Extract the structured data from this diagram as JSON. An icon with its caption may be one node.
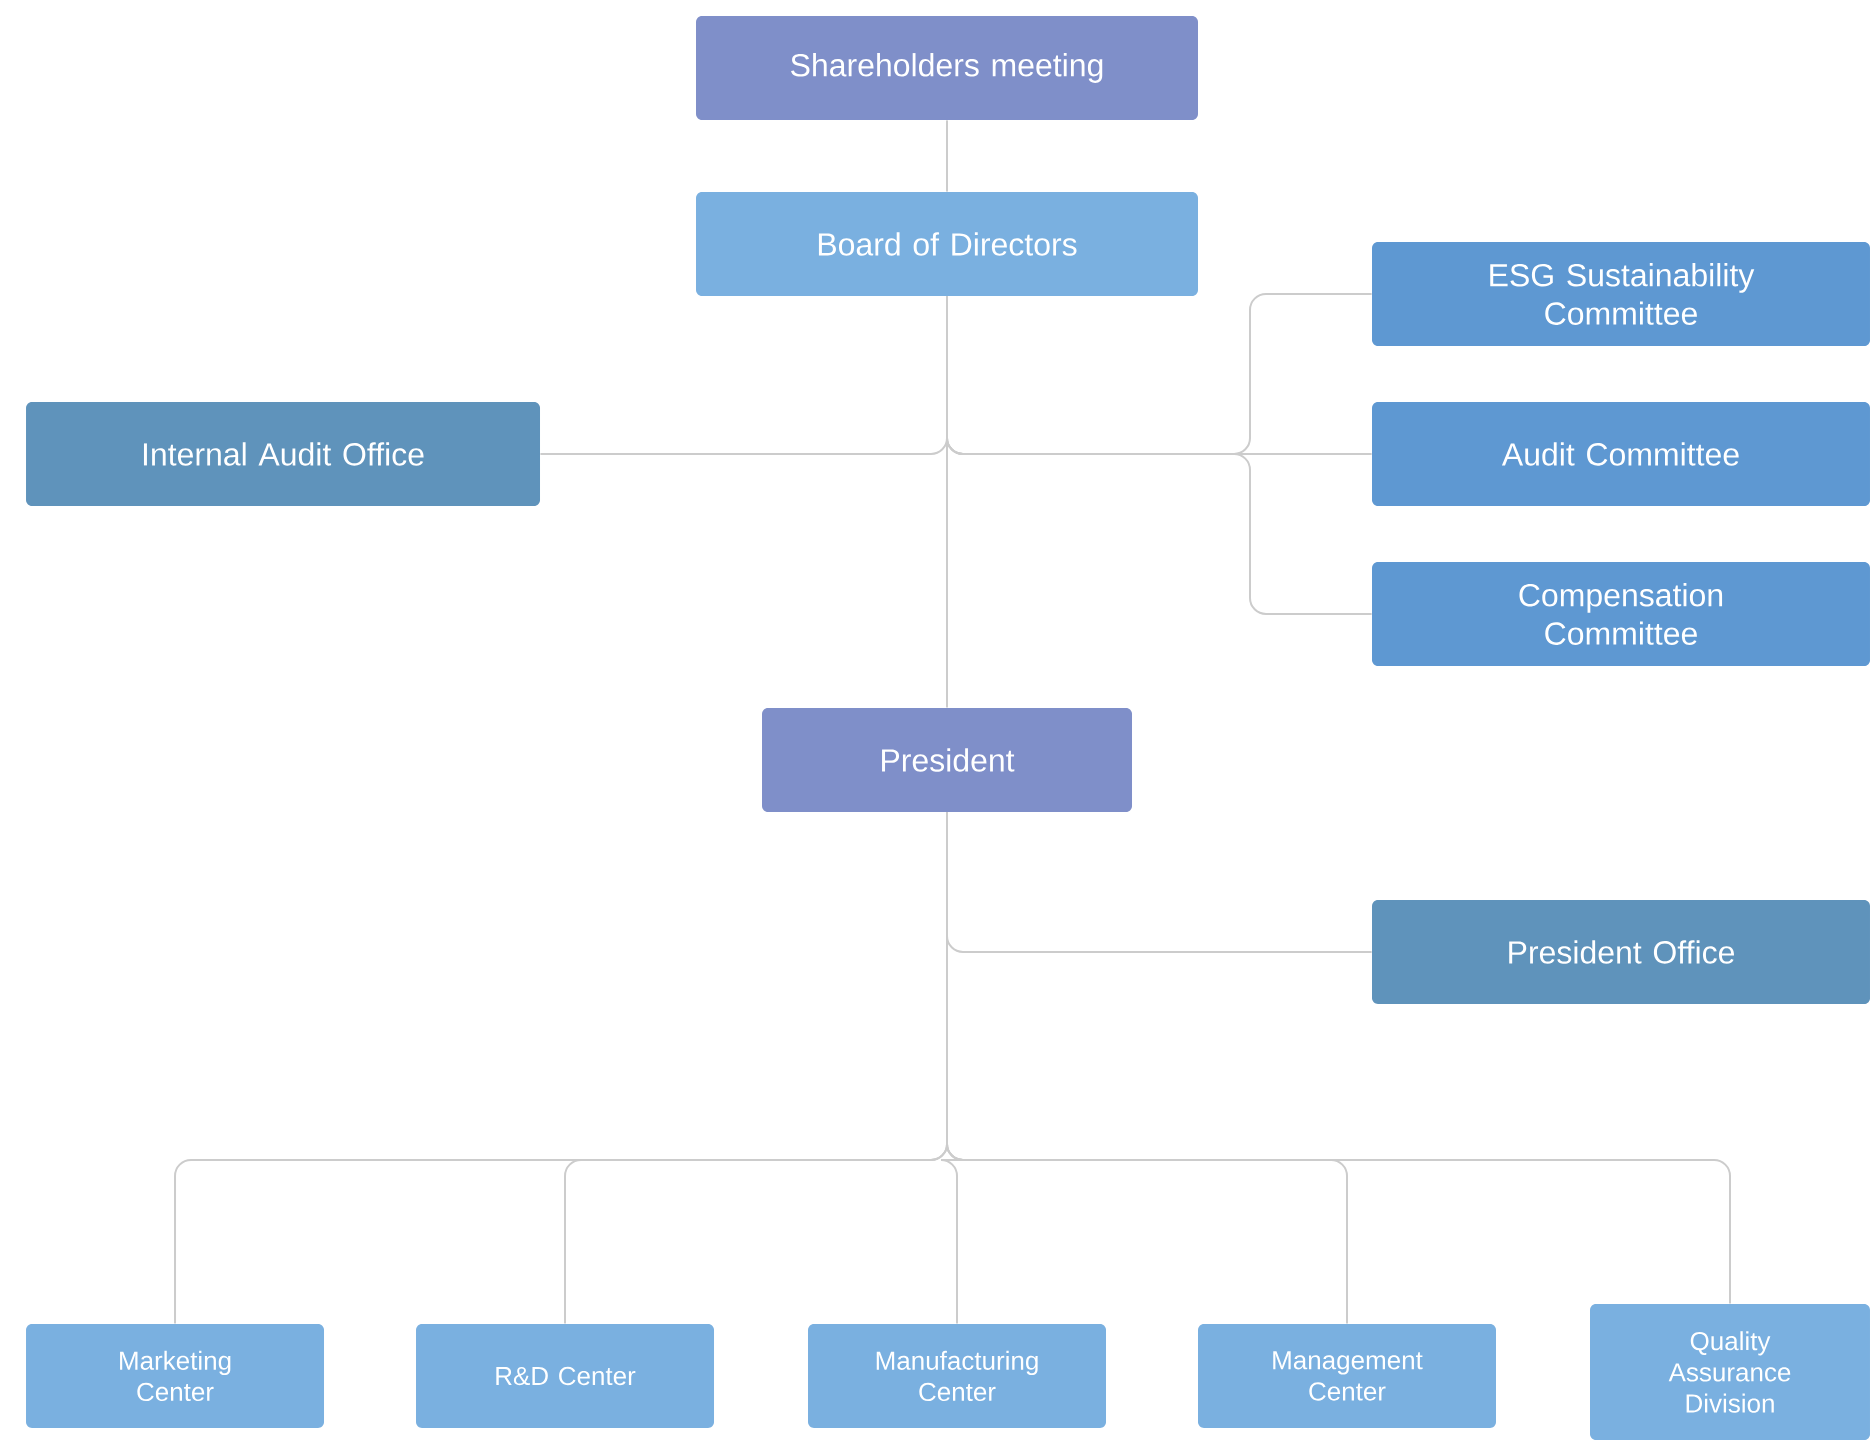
{
  "diagram": {
    "nodes": [
      {
        "text": [
          "Shareholders meeting"
        ]
      },
      {
        "text": [
          "Board of Directors"
        ]
      },
      {
        "text": [
          "Internal Audit Office"
        ]
      },
      {
        "text": [
          "ESG Sustainability Committee"
        ]
      },
      {
        "text": [
          "Audit Committee"
        ]
      },
      {
        "text": [
          "Compensation Committee"
        ]
      },
      {
        "text": [
          "President"
        ]
      },
      {
        "text": [
          "President Office"
        ]
      },
      {
        "text": [
          "Marketing Center"
        ]
      },
      {
        "text": [
          "R&D Center"
        ]
      },
      {
        "text": [
          "Manufacturing Center"
        ]
      },
      {
        "text": [
          "Management Center"
        ]
      },
      {
        "text": [
          "Quality Assurance Division"
        ]
      }
    ],
    "edges": [
      {
        "from": 0,
        "to": 1,
        "arrow": "none"
      },
      {
        "from": 1,
        "to": 6,
        "arrow": "none"
      },
      {
        "from": 1,
        "to": 2,
        "arrow": "none"
      },
      {
        "from": 1,
        "to": 3,
        "arrow": "none"
      },
      {
        "from": 1,
        "to": 4,
        "arrow": "none"
      },
      {
        "from": 1,
        "to": 5,
        "arrow": "none"
      },
      {
        "from": 6,
        "to": 7,
        "arrow": "none"
      },
      {
        "from": 6,
        "to": 8,
        "arrow": "none"
      },
      {
        "from": 6,
        "to": 9,
        "arrow": "none"
      },
      {
        "from": 6,
        "to": 10,
        "arrow": "none"
      },
      {
        "from": 6,
        "to": 11,
        "arrow": "none"
      },
      {
        "from": 6,
        "to": 12,
        "arrow": "none"
      }
    ]
  }
}
